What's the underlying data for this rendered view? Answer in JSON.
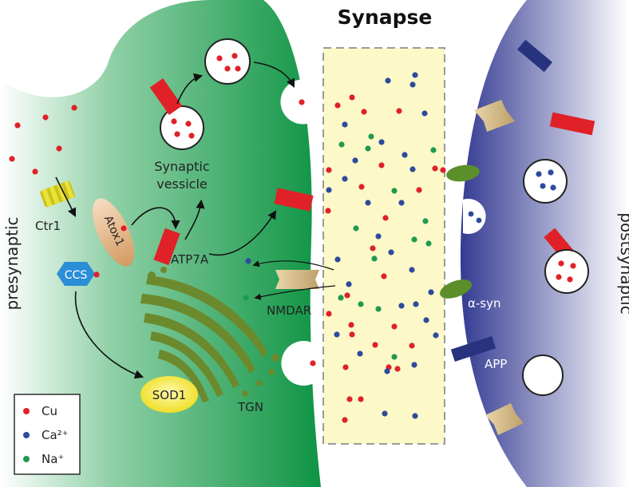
{
  "title": "Synapse",
  "labels": {
    "presynaptic": "presynaptic",
    "postsynaptic": "postsynaptic",
    "ctr1": "Ctr1",
    "atox1": "Atox1",
    "ccs": "CCS",
    "sod1": "SOD1",
    "synaptic_vessicle": [
      "Synaptic",
      "vessicle"
    ],
    "atp7a": "ATP7A",
    "nmdar": "NMDAR",
    "tgn": "TGN",
    "alpha_syn": "α-syn",
    "app": "APP"
  },
  "legend": [
    {
      "label": "Cu",
      "color": "#e02128"
    },
    {
      "label": "Ca²⁺",
      "color": "#2e4a9c"
    },
    {
      "label": "Na⁺",
      "color": "#1f9a4e"
    }
  ],
  "colors": {
    "cu": "#e02128",
    "ca": "#2e4a9c",
    "na": "#1f9a4e",
    "presynaptic": "#1d9a4c",
    "postsynaptic": "#3a3f95",
    "cleft": "#fcf8c8",
    "golgi": "#6b8a2e",
    "sod1": "#f2e11c"
  }
}
